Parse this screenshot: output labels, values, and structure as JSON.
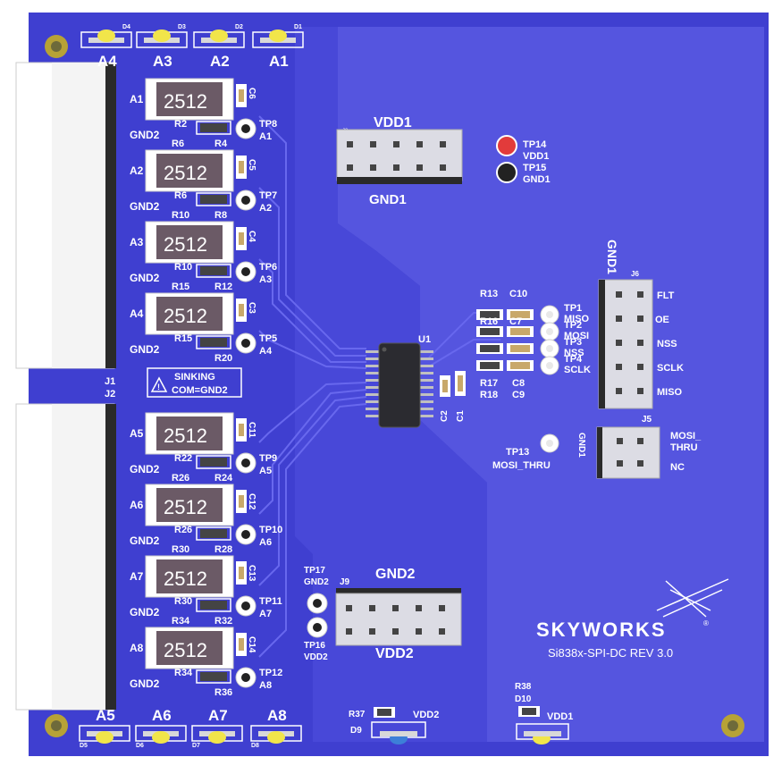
{
  "colors": {
    "board": "#3f3fd0",
    "pour": "#5757e0",
    "silk": "#ffffff",
    "resistor": "#6b5a66",
    "led": "#f1e54a",
    "tp_red": "#e23b3b",
    "tp_black": "#222222",
    "connector": "#dcdce4",
    "header_black": "#2a2a2a",
    "hole": "#b7a236"
  },
  "top_leds": [
    "A4",
    "A3",
    "A2",
    "A1"
  ],
  "top_led_refs": [
    "D4",
    "D3",
    "D2",
    "D1"
  ],
  "bottom_leds": [
    "A5",
    "A6",
    "A7",
    "A8"
  ],
  "bottom_led_refs": [
    "D5",
    "D6",
    "D7",
    "D8"
  ],
  "channels": [
    {
      "label": "A1",
      "res": "R2",
      "res2": "R4",
      "cap": "C6",
      "tp": "TP8",
      "tp_label": "A1",
      "top_res": ""
    },
    {
      "label": "A2",
      "res": "R6",
      "res2": "R8",
      "cap": "C5",
      "tp": "TP7",
      "tp_label": "A2",
      "top_res": "R6"
    },
    {
      "label": "A3",
      "res": "R10",
      "res2": "R12",
      "cap": "C4",
      "tp": "TP6",
      "tp_label": "A3",
      "top_res": "R10"
    },
    {
      "label": "A4",
      "res": "R15",
      "res2": "R20",
      "cap": "C3",
      "tp": "TP5",
      "tp_label": "A4",
      "top_res": "R15"
    },
    {
      "label": "A5",
      "res": "R22",
      "res2": "R24",
      "cap": "C11",
      "tp": "TP9",
      "tp_label": "A5",
      "top_res": ""
    },
    {
      "label": "A6",
      "res": "R26",
      "res2": "R28",
      "cap": "C12",
      "tp": "TP10",
      "tp_label": "A6",
      "top_res": "R26"
    },
    {
      "label": "A7",
      "res": "R30",
      "res2": "R32",
      "cap": "C13",
      "tp": "TP11",
      "tp_label": "A7",
      "top_res": "R30"
    },
    {
      "label": "A8",
      "res": "R34",
      "res2": "R36",
      "cap": "C14",
      "tp": "TP12",
      "tp_label": "A8",
      "top_res": "R34"
    }
  ],
  "res_text": "2512",
  "gnd2": "GND2",
  "j1": "J1",
  "j2": "J2",
  "sinking": "SINKING",
  "com": "COM=GND2",
  "vdd1_header": {
    "ref": "J8",
    "top": "VDD1",
    "bottom": "GND1"
  },
  "tp14": {
    "ref": "TP14",
    "net": "VDD1"
  },
  "tp15": {
    "ref": "TP15",
    "net": "GND1"
  },
  "u1": "U1",
  "c2": "C2",
  "c1": "C1",
  "spi_rows": [
    {
      "r": "R13",
      "c": "C10",
      "tp": "TP1",
      "net": "MISO"
    },
    {
      "r": "R16",
      "c": "C7",
      "tp": "TP2",
      "net": "MOSI"
    },
    {
      "r": "",
      "c": "",
      "tp": "TP3",
      "net": "NSS"
    },
    {
      "r": "",
      "c": "",
      "tp": "TP4",
      "net": "SCLK"
    }
  ],
  "spi_bottom_left": [
    "R17",
    "R18"
  ],
  "spi_bottom_right": [
    "C8",
    "C9"
  ],
  "j6": {
    "ref": "J6",
    "gnd": "GND1",
    "pins": [
      "FLT",
      "OE",
      "NSS",
      "SCLK",
      "MISO"
    ]
  },
  "j5": {
    "ref": "J5",
    "gnd": "GND1",
    "mosi": "MOSI_",
    "thru": "THRU",
    "nc": "NC"
  },
  "tp13": {
    "ref": "TP13",
    "net": "MOSI_THRU"
  },
  "j9": {
    "ref": "J9",
    "top": "GND2",
    "bottom": "VDD2"
  },
  "tp17": {
    "ref": "TP17",
    "net": "GND2"
  },
  "tp16": {
    "ref": "TP16",
    "net": "VDD2"
  },
  "r37": "R37",
  "d9": "D9",
  "vdd2_led": "VDD2",
  "r38": "R38",
  "d10": "D10",
  "vdd1_led": "VDD1",
  "brand": "SKYWORKS",
  "brand_mark": "®",
  "board_name": "Si838x-SPI-DC REV 3.0"
}
